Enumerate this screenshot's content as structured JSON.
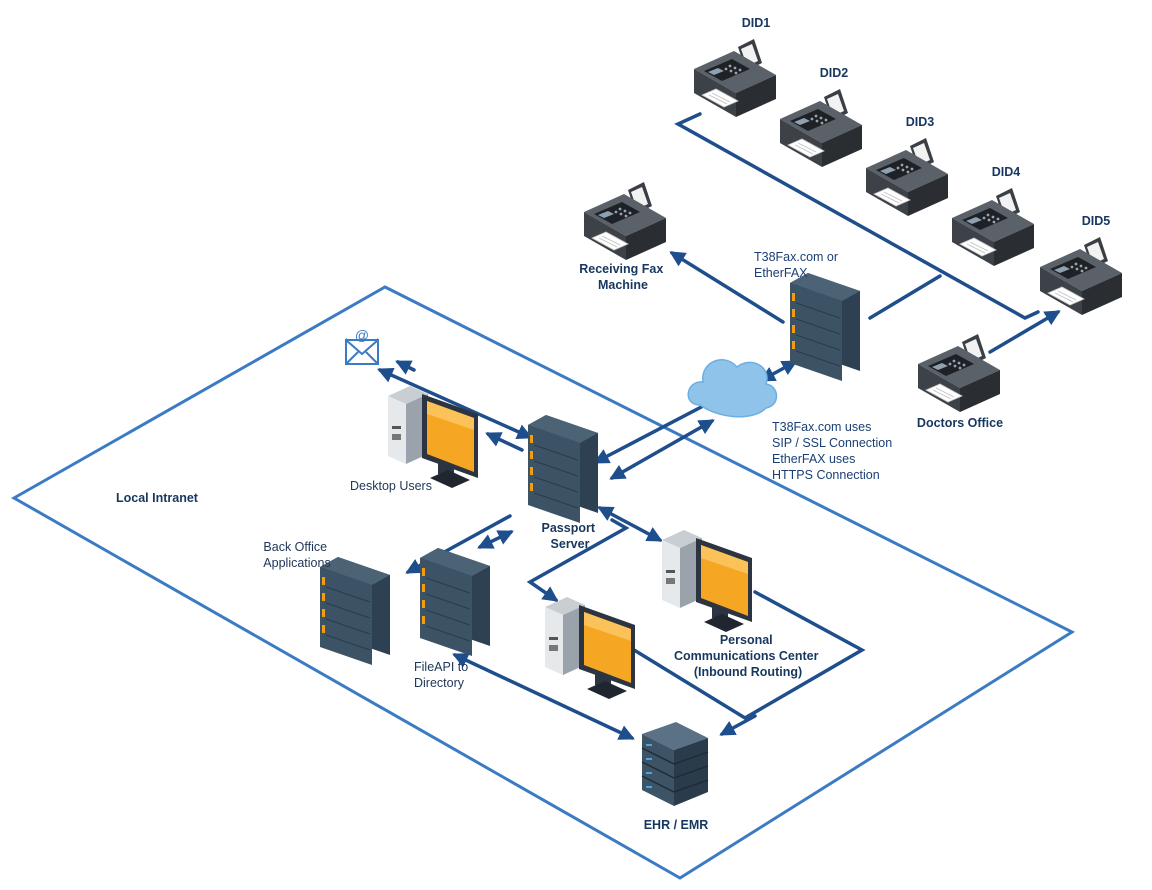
{
  "labels": {
    "did1": "DID1",
    "did2": "DID2",
    "did3": "DID3",
    "did4": "DID4",
    "did5": "DID5",
    "receiving_fax": [
      "Receiving Fax",
      "Machine"
    ],
    "provider": [
      "T38Fax.com or",
      "EtherFAX"
    ],
    "doctors_office": "Doctors Office",
    "connection_note": [
      "T38Fax.com uses",
      "SIP / SSL Connection",
      "EtherFAX uses",
      "HTTPS Connection"
    ],
    "local_intranet": "Local Intranet",
    "desktop_users": "Desktop Users",
    "passport_server": [
      "Passport",
      "Server"
    ],
    "back_office": [
      "Back Office",
      "Applications"
    ],
    "fileapi": [
      "FileAPI to",
      "Directory"
    ],
    "pcc": [
      "Personal",
      "Communications Center",
      "(Inbound Routing)"
    ],
    "ehr": "EHR / EMR"
  },
  "icons": {
    "email": "email-envelope-icon",
    "cloud": "cloud-icon",
    "server": "server-rack-icon",
    "desktop": "desktop-computer-icon",
    "fax": "fax-machine-icon"
  },
  "colors": {
    "line": "#1e4e8c",
    "boundary": "#3b7bc4",
    "cloud": "#8fc3ea",
    "screen": "#f5a623",
    "server": "#2a3a4a"
  }
}
